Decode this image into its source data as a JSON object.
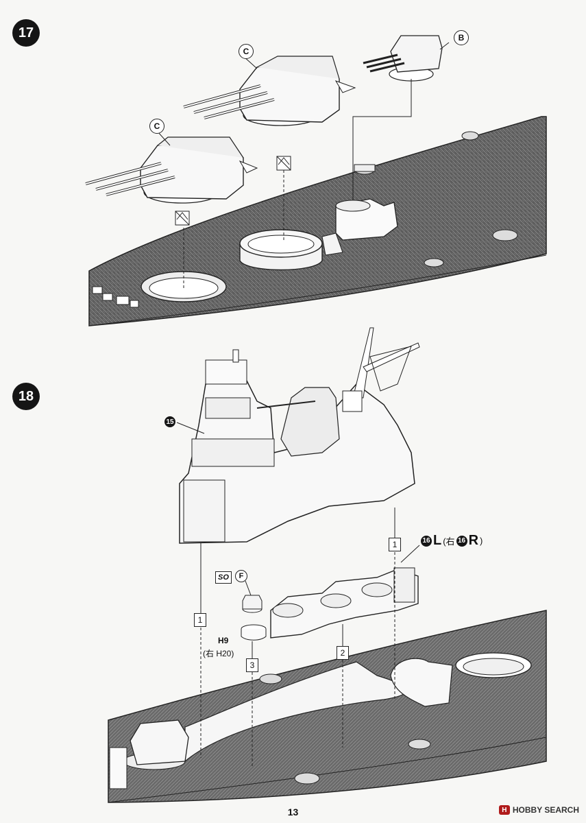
{
  "steps": [
    {
      "number": "17"
    },
    {
      "number": "18"
    }
  ],
  "step17": {
    "callout_c1": "C",
    "callout_c2": "C",
    "callout_b": "B"
  },
  "step18": {
    "sub_badge": "15",
    "callout_part_number": "16",
    "callout_part_letter": "L",
    "callout_alt_prefix": "(右",
    "callout_alt_number": "16",
    "callout_alt_letter": "R",
    "callout_alt_suffix": ")",
    "so_label": "SO",
    "f_label": "F",
    "h9_label": "H9",
    "h20_label": "(右 H20)",
    "box_1a": "1",
    "box_1b": "1",
    "box_2": "2",
    "box_3": "3"
  },
  "footer": {
    "page_number": "13",
    "watermark_text": "HOBBY SEARCH",
    "watermark_logo": "H"
  }
}
